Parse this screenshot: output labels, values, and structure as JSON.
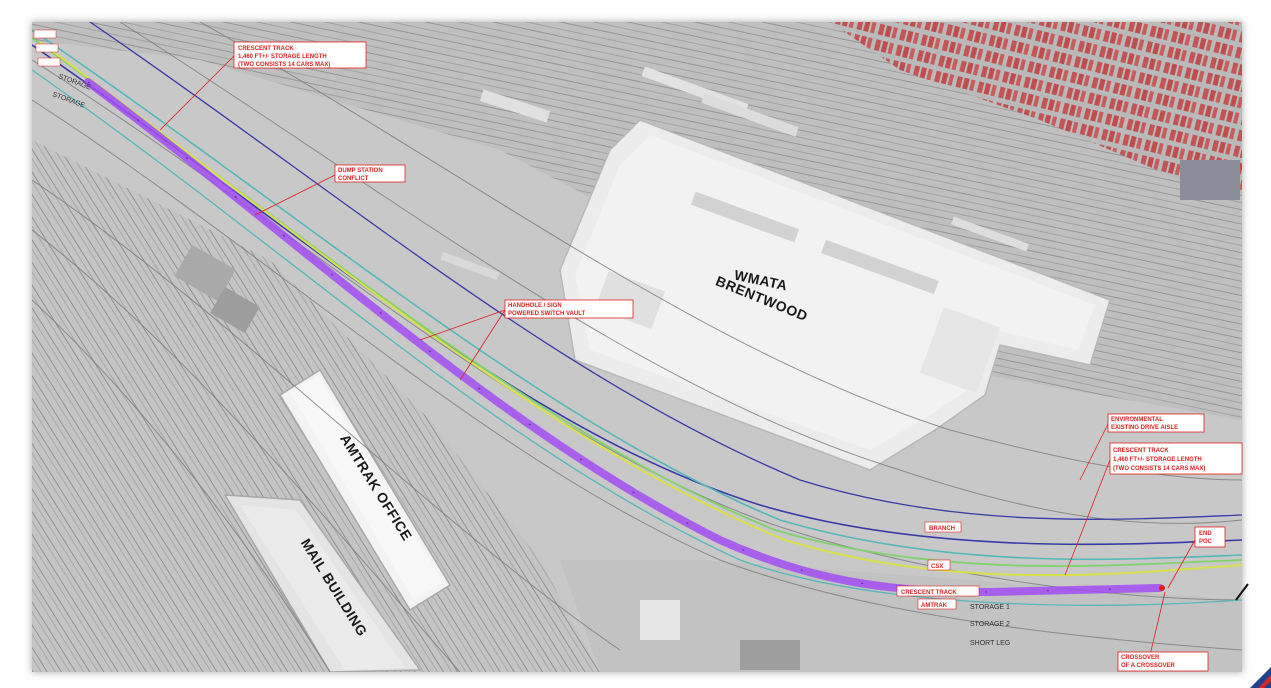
{
  "buildings": {
    "wmata_line1": "WMATA",
    "wmata_line2": "BRENTWOOD",
    "amtrak_office": "AMTRAK OFFICE",
    "mail_building": "MAIL BUILDING"
  },
  "callouts": {
    "c1": [
      "CRESCENT TRACK",
      "1,460 FT+/- STORAGE LENGTH",
      "(TWO CONSISTS 14 CARS MAX)"
    ],
    "c2": [
      "DUMP STATION",
      "CONFLICT"
    ],
    "c3": [
      "HANDHOLE / SIGN",
      "POWERED SWITCH VAULT"
    ],
    "c4": [
      "ENVIRONMENTAL",
      "EXISTING DRIVE AISLE"
    ],
    "c5": [
      "CRESCENT TRACK",
      "1,460 FT+/- STORAGE LENGTH",
      "(TWO CONSISTS 14 CARS MAX)"
    ],
    "c6": [
      "CROSSOVER",
      "OF A CROSSOVER"
    ],
    "c7": [
      "END",
      "POC"
    ]
  },
  "track_labels": {
    "branch": "BRANCH",
    "csx": "CSX",
    "crescent": "CRESCENT TRACK",
    "amtrak": "AMTRAK",
    "storage1": "STORAGE 1",
    "storage2": "STORAGE 2",
    "short_leg": "SHORT LEG",
    "nw_storage1": "STORAGE",
    "nw_storage2": "STORAGE"
  },
  "colors": {
    "storage_track": "#a24ef2",
    "callout_red": "#e02020",
    "track_green": "#7fd36b",
    "track_yellow": "#d8e04a",
    "track_blue": "#3a3aa8",
    "track_teal": "#53b8b8"
  }
}
